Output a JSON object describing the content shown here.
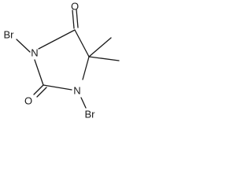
{
  "molecule": {
    "atoms": {
      "o_top": "O",
      "br_left": "Br",
      "n_left": "N",
      "o_bottom": "O",
      "n_bottom": "N",
      "br_bottom": "Br"
    }
  }
}
